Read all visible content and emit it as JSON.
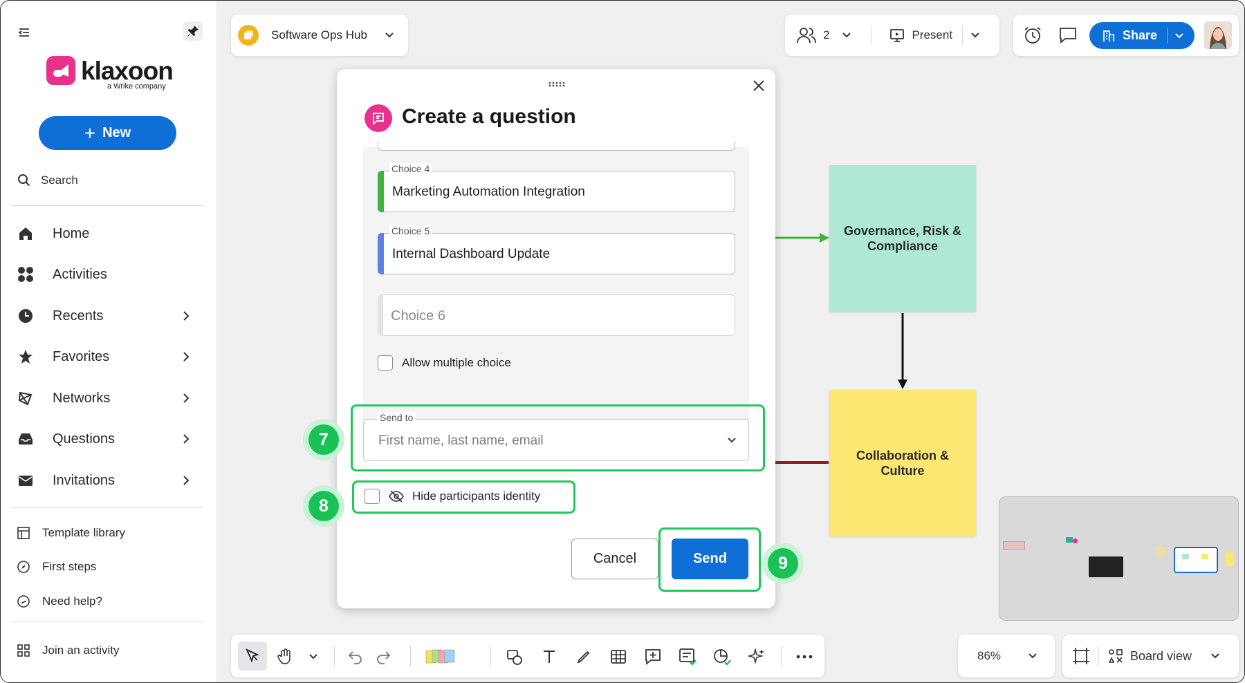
{
  "sidebar": {
    "logo_text": "klaxoon",
    "logo_sub": "a Wrike company",
    "new_label": "New",
    "search_label": "Search",
    "nav": [
      {
        "label": "Home",
        "icon": "home-icon"
      },
      {
        "label": "Activities",
        "icon": "grid-dots-icon"
      },
      {
        "label": "Recents",
        "icon": "clock-icon"
      },
      {
        "label": "Favorites",
        "icon": "star-icon"
      },
      {
        "label": "Networks",
        "icon": "network-icon"
      },
      {
        "label": "Questions",
        "icon": "inbox-icon"
      },
      {
        "label": "Invitations",
        "icon": "envelope-icon"
      }
    ],
    "links": [
      {
        "label": "Template library",
        "icon": "template-icon"
      },
      {
        "label": "First steps",
        "icon": "compass-icon"
      },
      {
        "label": "Need help?",
        "icon": "help-icon"
      }
    ],
    "join_label": "Join an activity"
  },
  "header": {
    "board_title": "Software Ops Hub",
    "participants_count": "2",
    "present_label": "Present",
    "share_label": "Share"
  },
  "dialog": {
    "title": "Create a question",
    "choices": [
      {
        "label": "Choice 4",
        "value": "Marketing Automation Integration",
        "color": "#3db33d"
      },
      {
        "label": "Choice 5",
        "value": "Internal Dashboard Update",
        "color": "#5b82e0"
      }
    ],
    "choice6_placeholder": "Choice 6",
    "allow_multiple_label": "Allow multiple choice",
    "send_to_label": "Send to",
    "send_to_placeholder": "First name, last name, email",
    "hide_identity_label": "Hide participants identity",
    "cancel_label": "Cancel",
    "send_label": "Send"
  },
  "steps": [
    "7",
    "8",
    "9"
  ],
  "board": {
    "sticky_1": "Governance, Risk & Compliance",
    "sticky_2": "Collaboration & Culture",
    "sticky_1_color": "#aee9d8",
    "sticky_2_color": "#fde672"
  },
  "toolbar": {
    "zoom": "86%",
    "view_label": "Board view"
  },
  "colors": {
    "accent": "#0f6fd6",
    "highlight": "#1dc95a",
    "brand": "#e8318c"
  }
}
